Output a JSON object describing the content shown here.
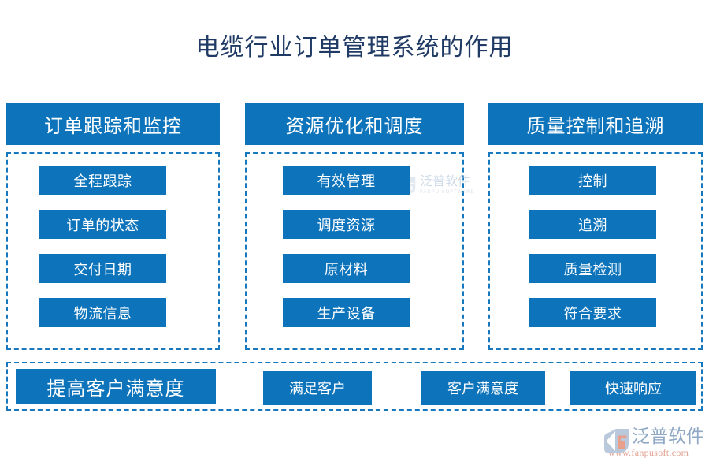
{
  "page": {
    "title": "电缆行业订单管理系统的作用",
    "accent_color": "#0d74bb",
    "dashed_border_color": "#1878bd",
    "title_color": "#1f3a64",
    "background": "#ffffff"
  },
  "columns": [
    {
      "header": "订单跟踪和监控",
      "items": [
        "全程跟踪",
        "订单的状态",
        "交付日期",
        "物流信息"
      ]
    },
    {
      "header": "资源优化和调度",
      "items": [
        "有效管理",
        "调度资源",
        "原材料",
        "生产设备"
      ]
    },
    {
      "header": "质量控制和追溯",
      "items": [
        "控制",
        "追溯",
        "质量检测",
        "符合要求"
      ]
    }
  ],
  "bottom": {
    "main": "提高客户满意度",
    "items": [
      "满足客户",
      "客户满意度",
      "快速响应"
    ]
  },
  "watermark": {
    "cn": "泛普软件",
    "en": "FANPU SOFTWARE",
    "icon": "fanpu-logo-mark-icon"
  },
  "logo": {
    "cn": "泛普软件",
    "url": "www.fanpusoft.com",
    "icon": "fanpu-logo-mark-icon",
    "text_color": "#8fa8c4",
    "url_color": "#e0a090"
  }
}
